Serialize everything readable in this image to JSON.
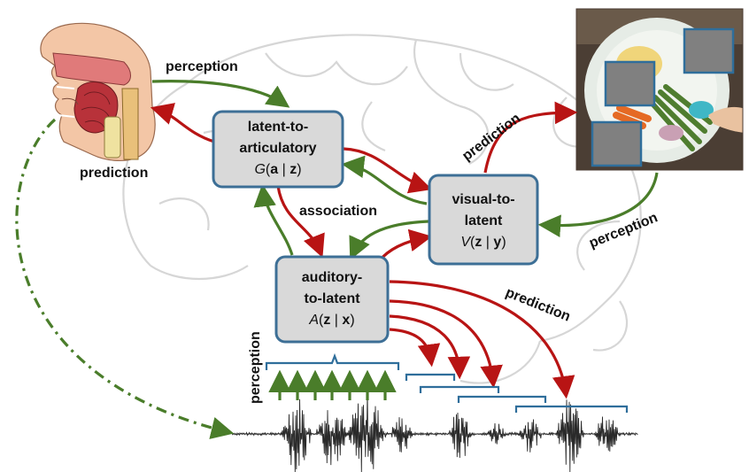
{
  "colors": {
    "green": "#4a7d2a",
    "red": "#b81414",
    "box_fill": "#d9d9d9",
    "box_stroke": "#3d6f96",
    "bracket": "#2f6e9b",
    "brain_outline": "#d6d6d6"
  },
  "modules": {
    "articulatory": {
      "title_line1": "latent-to-",
      "title_line2": "articulatory",
      "fn": "G",
      "arg1": "a",
      "sep": " | ",
      "arg2": "z"
    },
    "visual": {
      "title_line1": "visual-to-",
      "title_line2": "latent",
      "fn": "V",
      "arg1": "z",
      "sep": " | ",
      "arg2": "y"
    },
    "auditory": {
      "title_line1": "auditory-",
      "title_line2": "to-latent",
      "fn": "A",
      "arg1": "z",
      "sep": " | ",
      "arg2": "x"
    }
  },
  "labels": {
    "perception_top": "perception",
    "prediction_left": "prediction",
    "association": "association",
    "prediction_visual": "prediction",
    "perception_visual": "perception",
    "prediction_audio": "prediction",
    "perception_audio": "perception"
  },
  "icons": {
    "head": "vocal-tract-cross-section",
    "photo": "food-plate-photo",
    "brain": "brain-outline",
    "waveform": "speech-waveform"
  }
}
